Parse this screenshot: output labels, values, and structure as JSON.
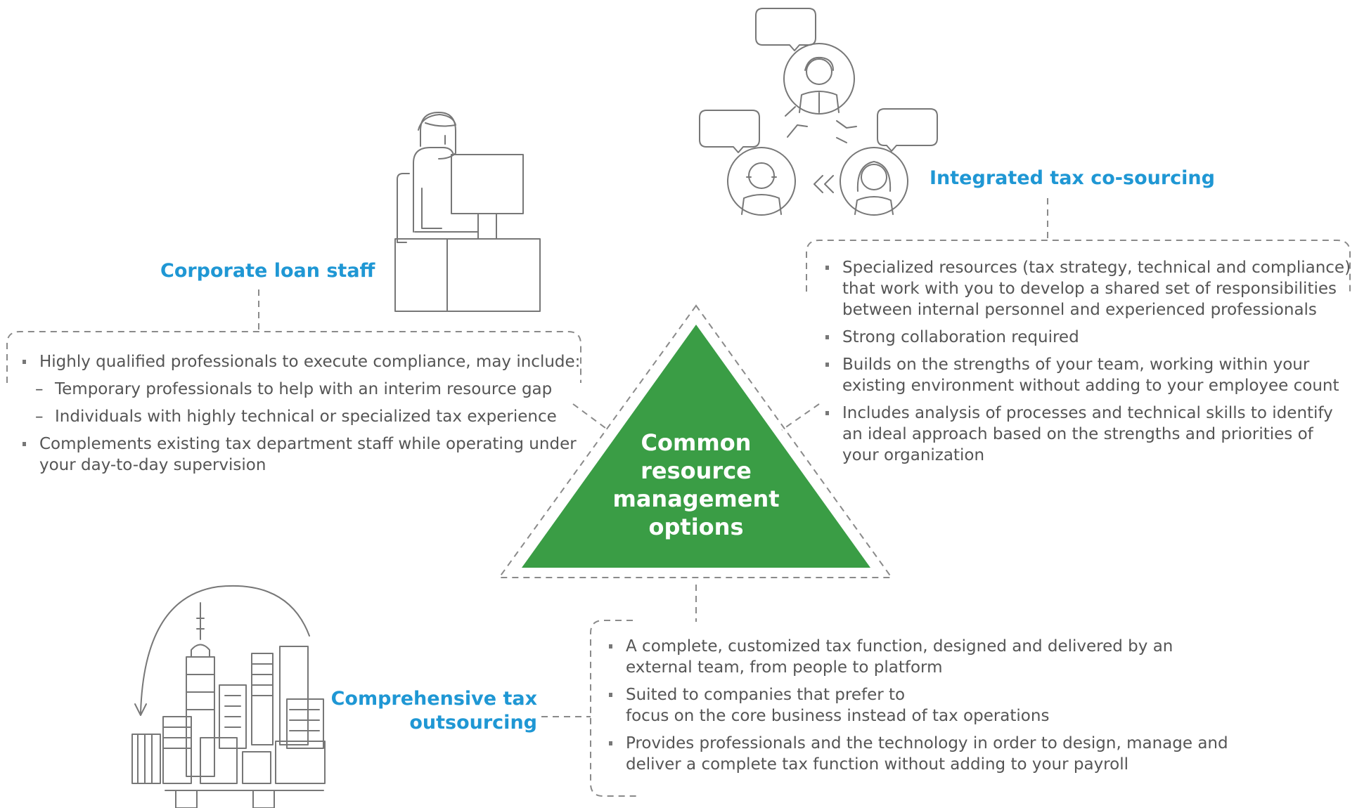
{
  "center": {
    "lines": [
      "Common",
      "resource",
      "management",
      "options"
    ],
    "color": "#3a9d45"
  },
  "accent_color": "#1f97d4",
  "corporate": {
    "title": "Corporate loan staff",
    "bullet1": "Highly qualified professionals to execute compliance, may include:",
    "sub1": "Temporary professionals to help with an interim resource gap",
    "sub2": "Individuals with highly technical or specialized tax experience",
    "bullet2_line1": "Complements existing tax department staff while operating under",
    "bullet2_line2": "your day-to-day supervision"
  },
  "cosourcing": {
    "title": "Integrated tax co-sourcing",
    "b1_l1": "Specialized resources (tax strategy, technical and compliance)",
    "b1_l2": "that work with you to develop a shared set of responsibilities",
    "b1_l3": "between internal personnel and experienced professionals",
    "b2": "Strong collaboration required",
    "b3_l1": "Builds on the strengths of your team, working within your",
    "b3_l2": "existing environment without adding to your employee count",
    "b4_l1": "Includes analysis of processes and technical skills to identify",
    "b4_l2": "an ideal approach based on the strengths and priorities of",
    "b4_l3": "your organization"
  },
  "outsourcing": {
    "title_l1": "Comprehensive tax",
    "title_l2": "outsourcing",
    "b1_l1": "A complete, customized tax function, designed and delivered by an",
    "b1_l2": "external team, from people to platform",
    "b2_l1": "Suited to companies that prefer to",
    "b2_l2": "focus on the core business instead of tax operations",
    "b3_l1": "Provides professionals and the technology in order to design, manage and",
    "b3_l2": "deliver a complete tax function without adding to your payroll"
  }
}
